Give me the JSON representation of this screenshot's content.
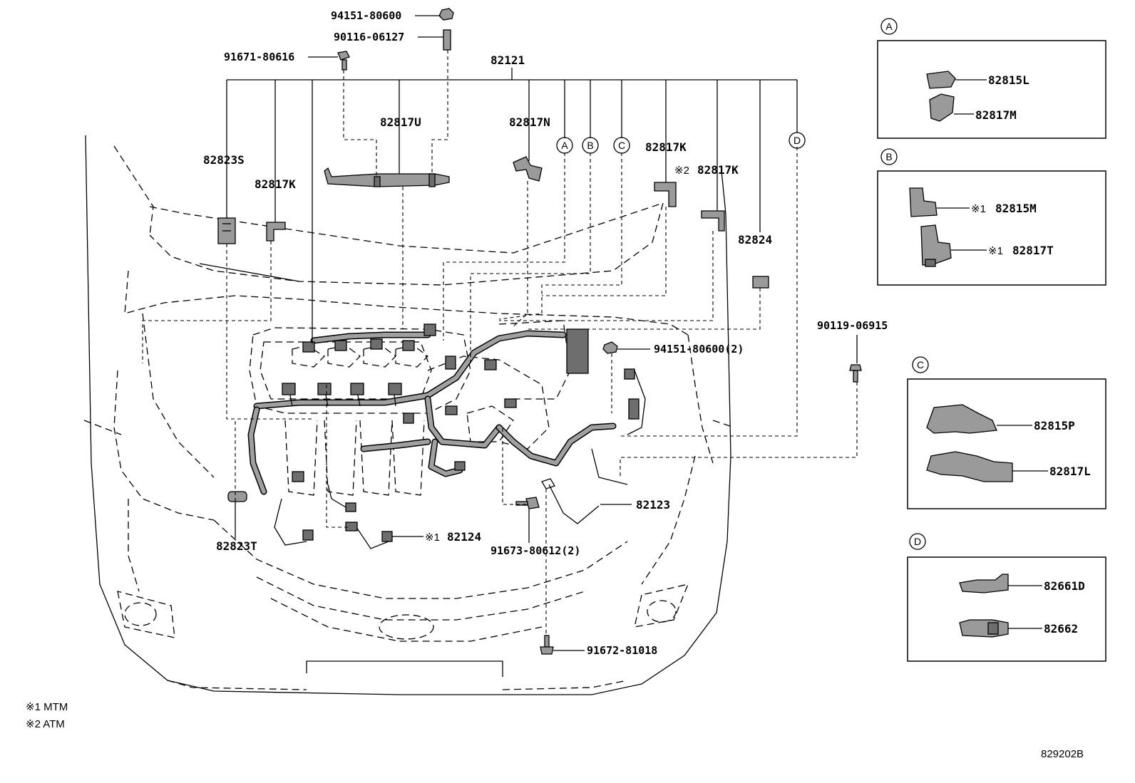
{
  "callouts": {
    "p94151_80600": "94151-80600",
    "p90116_06127": "90116-06127",
    "p91671_80616": "91671-80616",
    "p82121": "82121",
    "p82817U": "82817U",
    "p82817N": "82817N",
    "p82823S": "82823S",
    "p82817K_left": "82817K",
    "p82817K_right": "82817K",
    "p82817K_atm_mark": "※2",
    "p82817K_atm": "82817K",
    "p82824": "82824",
    "p94151_80600_2": "94151-80600(2)",
    "p90119_06915": "90119-06915",
    "p82123": "82123",
    "p82124_mark": "※1",
    "p82124": "82124",
    "p91673_80612_2": "91673-80612(2)",
    "p82823T": "82823T",
    "p91672_81018": "91672-81018"
  },
  "circle_refs": {
    "a": "A",
    "b": "B",
    "c": "C",
    "d": "D"
  },
  "detail_a": {
    "ref": "A",
    "part1": "82815L",
    "part2": "82817M"
  },
  "detail_b": {
    "ref": "B",
    "mark1": "※1",
    "part1": "82815M",
    "mark2": "※1",
    "part2": "82817T"
  },
  "detail_c": {
    "ref": "C",
    "part1": "82815P",
    "part2": "82817L"
  },
  "detail_d": {
    "ref": "D",
    "part1": "82661D",
    "part2": "82662"
  },
  "notes": {
    "note1": "※1 MTM",
    "note2": "※2 ATM"
  },
  "diagram_code": "829202B"
}
